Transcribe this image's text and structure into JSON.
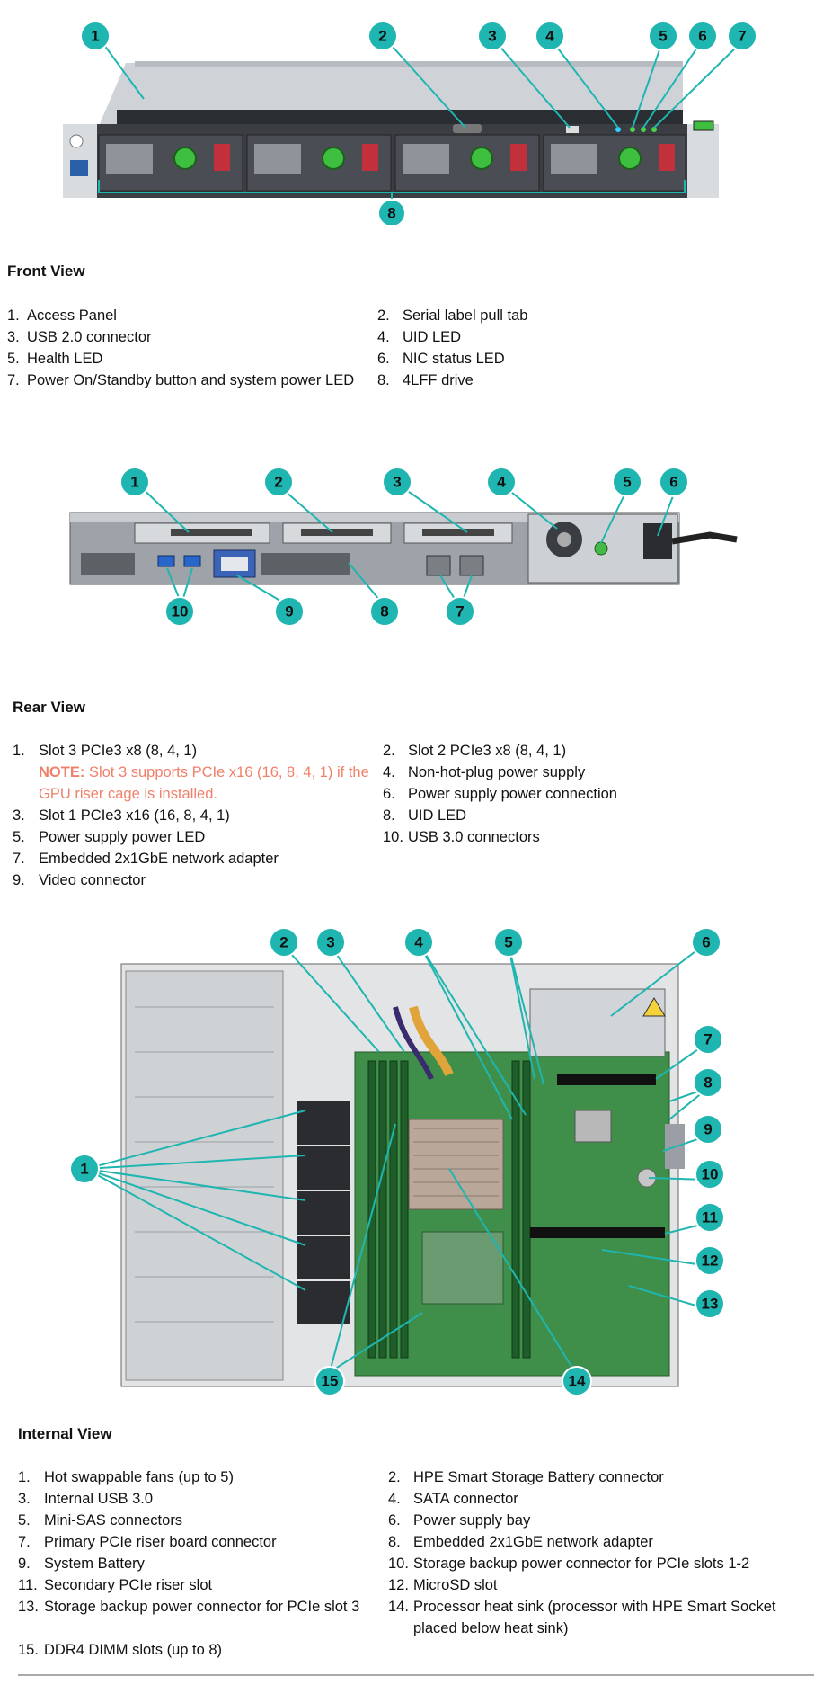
{
  "front": {
    "heading": "Front View",
    "callouts": [
      "1",
      "2",
      "3",
      "4",
      "5",
      "6",
      "7",
      "8"
    ],
    "items": [
      {
        "num": "1.",
        "text": "Access Panel"
      },
      {
        "num": "2.",
        "text": "Serial label pull tab"
      },
      {
        "num": "3.",
        "text": "USB 2.0 connector"
      },
      {
        "num": "4.",
        "text": "UID LED"
      },
      {
        "num": "5.",
        "text": "Health LED"
      },
      {
        "num": "6.",
        "text": "NIC status LED"
      },
      {
        "num": "7.",
        "text": "Power On/Standby button and system power LED"
      },
      {
        "num": "8.",
        "text": "4LFF drive"
      }
    ]
  },
  "rear": {
    "heading": "Rear View",
    "callouts": [
      "1",
      "2",
      "3",
      "4",
      "5",
      "6",
      "10",
      "9",
      "8",
      "7"
    ],
    "items": [
      {
        "num": "1.",
        "text": "Slot 3 PCIe3 x8 (8, 4, 1)"
      },
      {
        "num": "2.",
        "text": "Slot 2 PCIe3 x8 (8, 4, 1)"
      },
      {
        "num": "3.",
        "text": "Slot 1 PCIe3 x16 (16, 8, 4, 1)"
      },
      {
        "num": "4.",
        "text": "Non-hot-plug power supply"
      },
      {
        "num": "5.",
        "text": "Power supply power LED"
      },
      {
        "num": "6.",
        "text": "Power supply power connection"
      },
      {
        "num": "7.",
        "text": "Embedded 2x1GbE network adapter"
      },
      {
        "num": "8.",
        "text": "UID LED"
      },
      {
        "num": "9.",
        "text": "Video connector"
      },
      {
        "num": "10.",
        "text": "USB 3.0 connectors"
      }
    ],
    "note_label": "NOTE:",
    "note_text": "Slot 3 supports PCIe x16 (16, 8, 4, 1) if the GPU riser cage is installed."
  },
  "internal": {
    "heading": "Internal View",
    "callouts": [
      "2",
      "3",
      "4",
      "5",
      "6",
      "7",
      "8",
      "9",
      "1",
      "10",
      "11",
      "12",
      "13",
      "15",
      "14"
    ],
    "items": [
      {
        "num": "1.",
        "text": "Hot swappable fans (up to 5)"
      },
      {
        "num": "2.",
        "text": "HPE Smart Storage Battery connector"
      },
      {
        "num": "3.",
        "text": "Internal USB 3.0"
      },
      {
        "num": "4.",
        "text": "SATA connector"
      },
      {
        "num": "5.",
        "text": "Mini-SAS connectors"
      },
      {
        "num": "6.",
        "text": " Power supply bay"
      },
      {
        "num": "7.",
        "text": "Primary PCIe riser board connector"
      },
      {
        "num": "8.",
        "text": "Embedded 2x1GbE network adapter"
      },
      {
        "num": "9.",
        "text": "System Battery"
      },
      {
        "num": "10.",
        "text": "Storage backup power connector for PCIe slots 1-2"
      },
      {
        "num": "11.",
        "text": "Secondary PCIe riser slot"
      },
      {
        "num": "12.",
        "text": "MicroSD slot"
      },
      {
        "num": "13.",
        "text": "Storage backup power connector for PCIe slot 3"
      },
      {
        "num": "14.",
        "text": "Processor heat sink (processor with HPE Smart Socket placed below heat sink)"
      },
      {
        "num": "15.",
        "text": "DDR4 DIMM slots (up to 8)"
      }
    ]
  },
  "colors": {
    "callout": "#1fb5b0",
    "note": "#f0806a"
  }
}
